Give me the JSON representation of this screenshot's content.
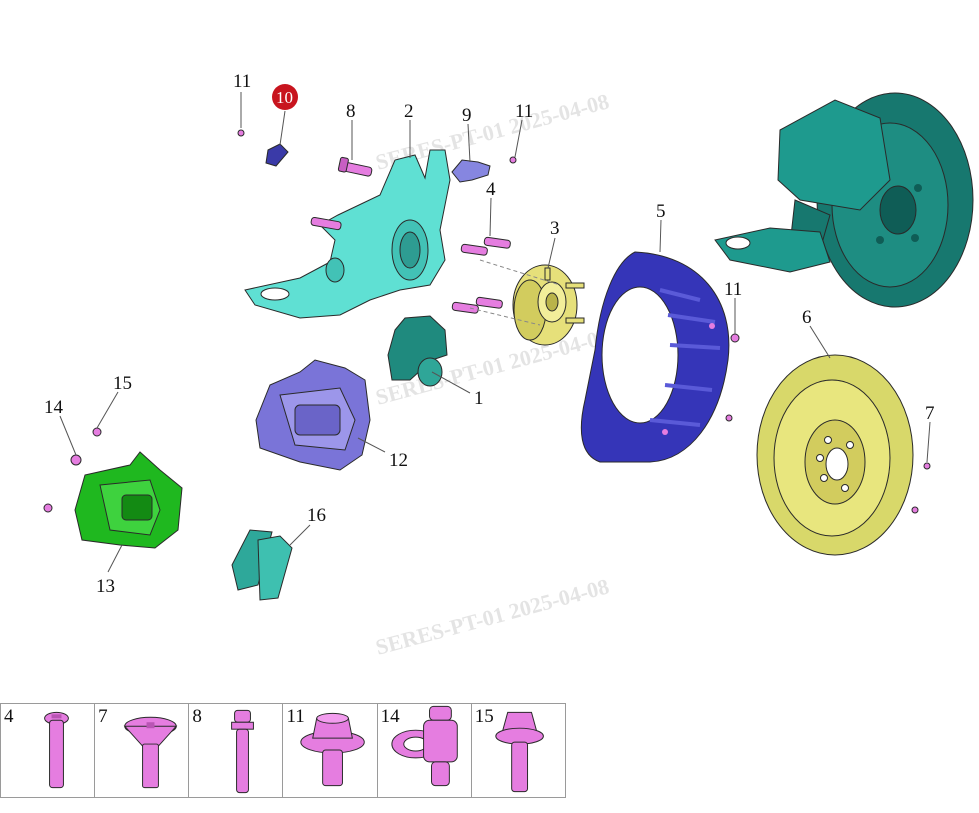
{
  "watermark": "SERES-PT-01 2025-04-08",
  "callouts": [
    {
      "id": "c11a",
      "text": "11"
    },
    {
      "id": "c10",
      "text": "10",
      "highlight": true
    },
    {
      "id": "c8",
      "text": "8"
    },
    {
      "id": "c2",
      "text": "2"
    },
    {
      "id": "c9",
      "text": "9"
    },
    {
      "id": "c11b",
      "text": "11"
    },
    {
      "id": "c4",
      "text": "4"
    },
    {
      "id": "c3",
      "text": "3"
    },
    {
      "id": "c5",
      "text": "5"
    },
    {
      "id": "c11c",
      "text": "11"
    },
    {
      "id": "c6",
      "text": "6"
    },
    {
      "id": "c7",
      "text": "7"
    },
    {
      "id": "c1",
      "text": "1"
    },
    {
      "id": "c12",
      "text": "12"
    },
    {
      "id": "c15",
      "text": "15"
    },
    {
      "id": "c14",
      "text": "14"
    },
    {
      "id": "c13",
      "text": "13"
    },
    {
      "id": "c16",
      "text": "16"
    }
  ],
  "colors": {
    "knuckle": "#5fe0d3",
    "hub": "#e6e07a",
    "shield": "#3535b8",
    "disc": "#d8d86a",
    "caliper_blue": "#7a74d8",
    "caliper_green": "#1fb81f",
    "actuator": "#1f8a7e",
    "pads": "#2ea89a",
    "fastener": "#e57de0",
    "assembly": "#1e8d82",
    "highlight": "#c8141e"
  },
  "legend": [
    {
      "num": "4",
      "icon": "long-flange-bolt"
    },
    {
      "num": "7",
      "icon": "countersunk-screw"
    },
    {
      "num": "8",
      "icon": "guide-pin-bolt"
    },
    {
      "num": "11",
      "icon": "flange-hex-nut-bolt"
    },
    {
      "num": "14",
      "icon": "banjo-bolt"
    },
    {
      "num": "15",
      "icon": "hex-flange-bolt"
    }
  ]
}
